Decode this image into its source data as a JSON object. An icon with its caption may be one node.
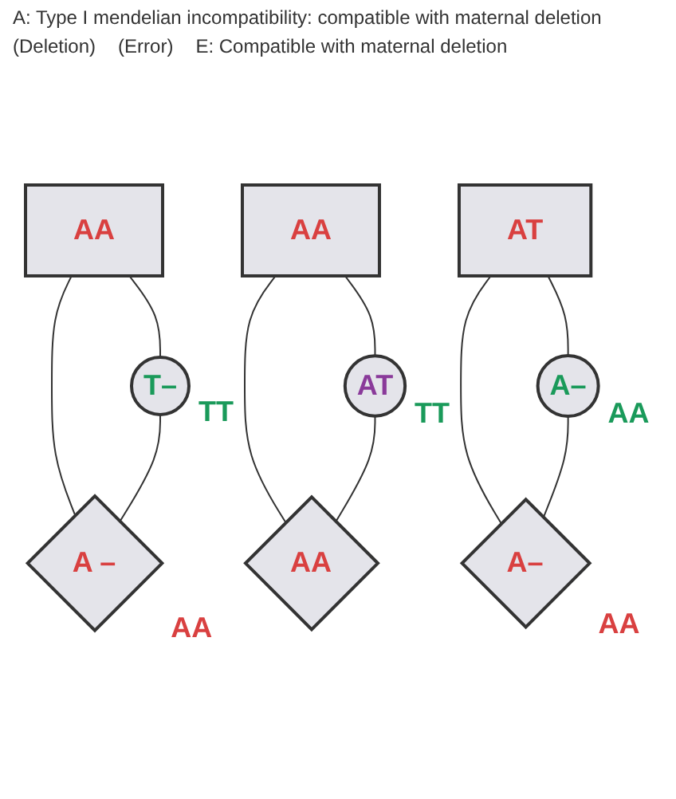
{
  "diagram": {
    "nodes": [
      {
        "text": [
          "AA"
        ]
      },
      {
        "text": [
          "T–"
        ],
        "beside": [
          "TT"
        ]
      },
      {
        "text": [
          "A –"
        ],
        "beside": [
          "AA"
        ]
      },
      {
        "text": [
          "AA"
        ]
      },
      {
        "text": [
          "AT"
        ],
        "beside": [
          "TT"
        ]
      },
      {
        "text": [
          "AA"
        ]
      },
      {
        "text": [
          "AT"
        ]
      },
      {
        "text": [
          "A–"
        ],
        "beside": [
          "AA"
        ]
      },
      {
        "text": [
          "A–"
        ],
        "beside": [
          "AA"
        ]
      }
    ],
    "edges": [
      {
        "from": 0,
        "to": 1,
        "arrow": "none"
      },
      {
        "from": 0,
        "to": 2,
        "arrow": "none"
      },
      {
        "from": 1,
        "to": 2,
        "arrow": "none"
      },
      {
        "from": 3,
        "to": 4,
        "arrow": "none"
      },
      {
        "from": 3,
        "to": 5,
        "arrow": "none"
      },
      {
        "from": 4,
        "to": 5,
        "arrow": "none"
      },
      {
        "from": 6,
        "to": 7,
        "arrow": "none"
      },
      {
        "from": 6,
        "to": 8,
        "arrow": "none"
      },
      {
        "from": 7,
        "to": 8,
        "arrow": "none"
      }
    ],
    "labels": [
      "A: Type I mendelian incompatibility: compatible with maternal deletion",
      "(Deletion)",
      "(Error)",
      "E: Compatible with maternal deletion"
    ]
  }
}
